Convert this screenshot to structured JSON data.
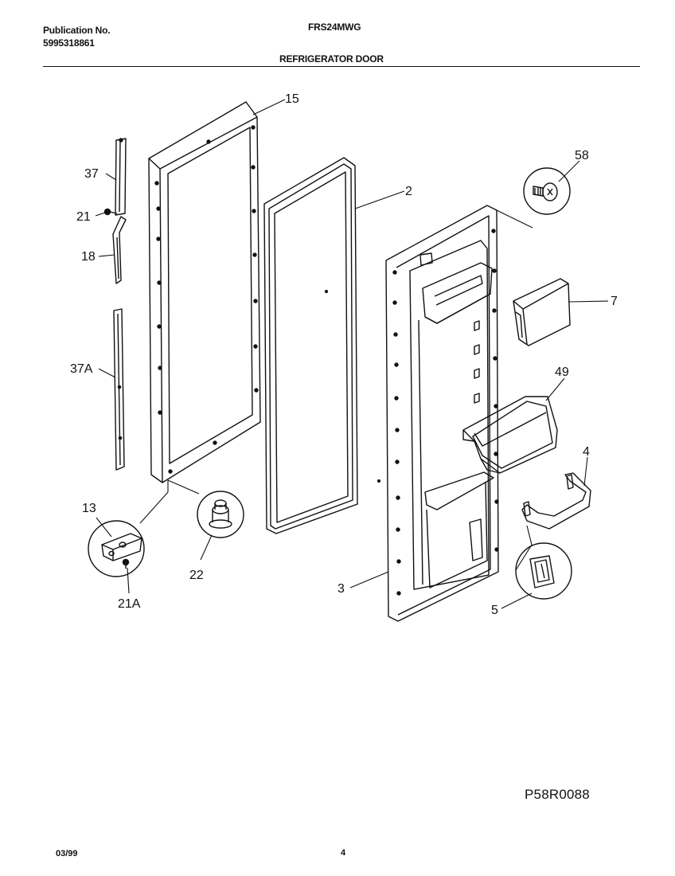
{
  "header": {
    "publication_label": "Publication No.",
    "publication_number": "5995318861",
    "model": "FRS24MWG",
    "section_title": "REFRIGERATOR DOOR"
  },
  "diagram": {
    "part_labels": {
      "p15": "15",
      "p2": "2",
      "p58": "58",
      "p37": "37",
      "p21": "21",
      "p18": "18",
      "p37a": "37A",
      "p7": "7",
      "p49": "49",
      "p4": "4",
      "p13": "13",
      "p22": "22",
      "p21a": "21A",
      "p3": "3",
      "p5": "5"
    },
    "drawing_code": "P58R0088"
  },
  "footer": {
    "date": "03/99",
    "page": "4"
  }
}
